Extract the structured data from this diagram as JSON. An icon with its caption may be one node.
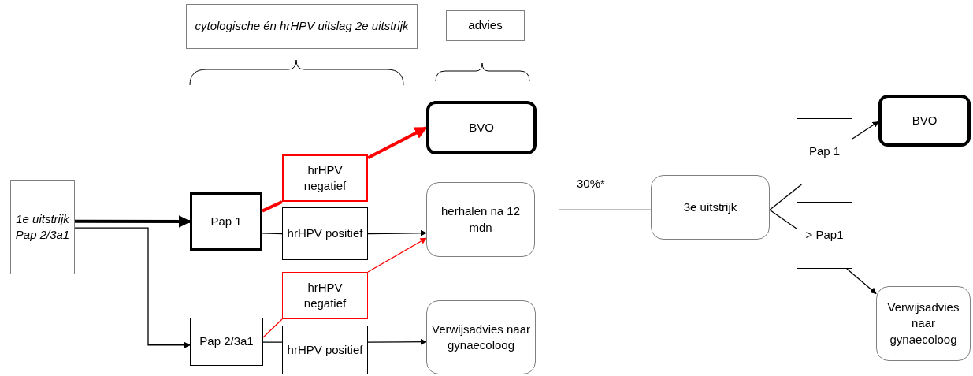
{
  "diagram": {
    "nodes": [
      {
        "text": [
          "cytologische én hrHPV uitslag 2e uitstrijk"
        ]
      },
      {
        "text": [
          "advies"
        ]
      },
      {
        "text": [
          "1e uitstrijk Pap 2/3a1"
        ]
      },
      {
        "text": [
          "Pap 1"
        ]
      },
      {
        "text": [
          "Pap 2/3a1"
        ]
      },
      {
        "text": [
          "hrHPV negatief"
        ]
      },
      {
        "text": [
          "hrHPV positief"
        ]
      },
      {
        "text": [
          "hrHPV negatief"
        ]
      },
      {
        "text": [
          "hrHPV positief"
        ]
      },
      {
        "text": [
          "BVO"
        ]
      },
      {
        "text": [
          "herhalen na 12 mdn"
        ]
      },
      {
        "text": [
          "Verwijsadvies naar gynaecoloog"
        ]
      },
      {
        "text": [
          "3e uitstrijk"
        ]
      },
      {
        "text": [
          "Pap 1"
        ]
      },
      {
        "text": [
          "> Pap1"
        ]
      },
      {
        "text": [
          "BVO"
        ]
      },
      {
        "text": [
          "Verwijsadvies naar gynaecoloog"
        ]
      }
    ],
    "edges": [
      {
        "from": 2,
        "to": 3,
        "arrow": "to",
        "style": "thick"
      },
      {
        "from": 2,
        "to": 4,
        "arrow": "to"
      },
      {
        "from": 3,
        "to": 5,
        "arrow": "none",
        "style": "thick",
        "color": "#ff0000"
      },
      {
        "from": 5,
        "to": 9,
        "arrow": "to",
        "style": "thick",
        "color": "#ff0000"
      },
      {
        "from": 3,
        "to": 6,
        "arrow": "none"
      },
      {
        "from": 6,
        "to": 10,
        "arrow": "to"
      },
      {
        "from": 4,
        "to": 7,
        "arrow": "none",
        "color": "#ff0000"
      },
      {
        "from": 7,
        "to": 10,
        "arrow": "to",
        "color": "#ff0000"
      },
      {
        "from": 4,
        "to": 8,
        "arrow": "none"
      },
      {
        "from": 8,
        "to": 11,
        "arrow": "to"
      },
      {
        "from": null,
        "to": 12,
        "arrow": "none",
        "label": "30%*"
      },
      {
        "from": 12,
        "to": 13,
        "arrow": "none"
      },
      {
        "from": 12,
        "to": 14,
        "arrow": "none"
      },
      {
        "from": 13,
        "to": 15,
        "arrow": "to"
      },
      {
        "from": 14,
        "to": 16,
        "arrow": "to"
      }
    ]
  }
}
